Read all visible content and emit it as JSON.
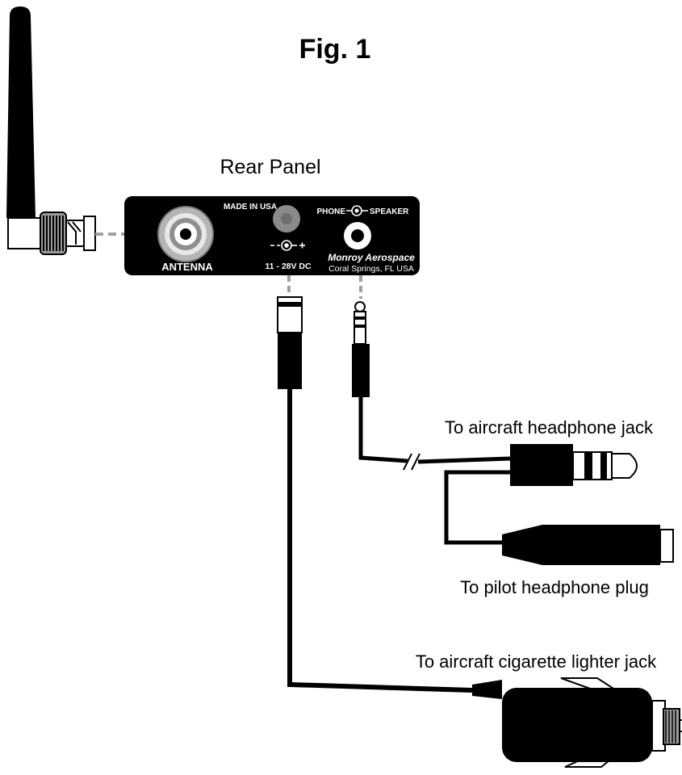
{
  "figure": {
    "title": "Fig. 1",
    "panel_title": "Rear Panel"
  },
  "panel": {
    "antenna_label": "ANTENNA",
    "made_in": "MADE IN USA",
    "power_label": "11 - 28V DC",
    "polarity": "- -◎+",
    "phone_label": "PHONE",
    "speaker_label": "SPEAKER",
    "brand": "Monroy Aerospace",
    "location": "Coral Springs, FL USA"
  },
  "callouts": {
    "aircraft_headphone_jack": "To aircraft headphone jack",
    "pilot_headphone_plug": "To pilot headphone plug",
    "cigarette_lighter_jack": "To aircraft cigarette lighter jack"
  },
  "colors": {
    "panel": "#000000",
    "cable": "#000000",
    "connector_gray": "#8a8a8a",
    "dash_gray": "#a0a0a0"
  }
}
